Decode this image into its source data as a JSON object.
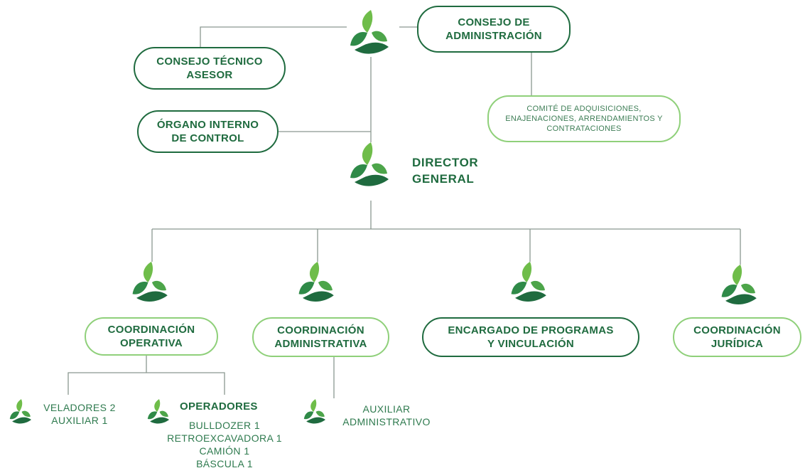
{
  "nodes": {
    "consejo_admin": "CONSEJO DE\nADMINISTRACIÓN",
    "consejo_tecnico": "CONSEJO TÉCNICO\nASESOR",
    "comite": "COMITÉ DE ADQUISICIONES,\nENAJENACIONES, ARRENDAMIENTOS Y\nCONTRATACIONES",
    "organo": "ÓRGANO INTERNO\nDE CONTROL",
    "director": "DIRECTOR\nGENERAL",
    "coord_operativa": "COORDINACIÓN\nOPERATIVA",
    "coord_administrativa": "COORDINACIÓN\nADMINISTRATIVA",
    "encargado": "ENCARGADO DE PROGRAMAS\nY VINCULACIÓN",
    "coord_juridica": "COORDINACIÓN\nJURÍDICA"
  },
  "staff": {
    "veladores": "VELADORES 2\nAUXILIAR 1",
    "operadores_title": "OPERADORES",
    "operadores_list": "BULLDOZER  1\nRETROEXCAVADORA 1\nCAMIÓN 1\nBÁSCULA 1",
    "auxiliar_admin": "AUXILIAR\nADMINISTRATIVO"
  },
  "colors": {
    "dark_green": "#1f6b3f",
    "light_green": "#8fd07a",
    "line": "#7a8a80"
  },
  "icons": [
    "leaf-logo-icon"
  ]
}
